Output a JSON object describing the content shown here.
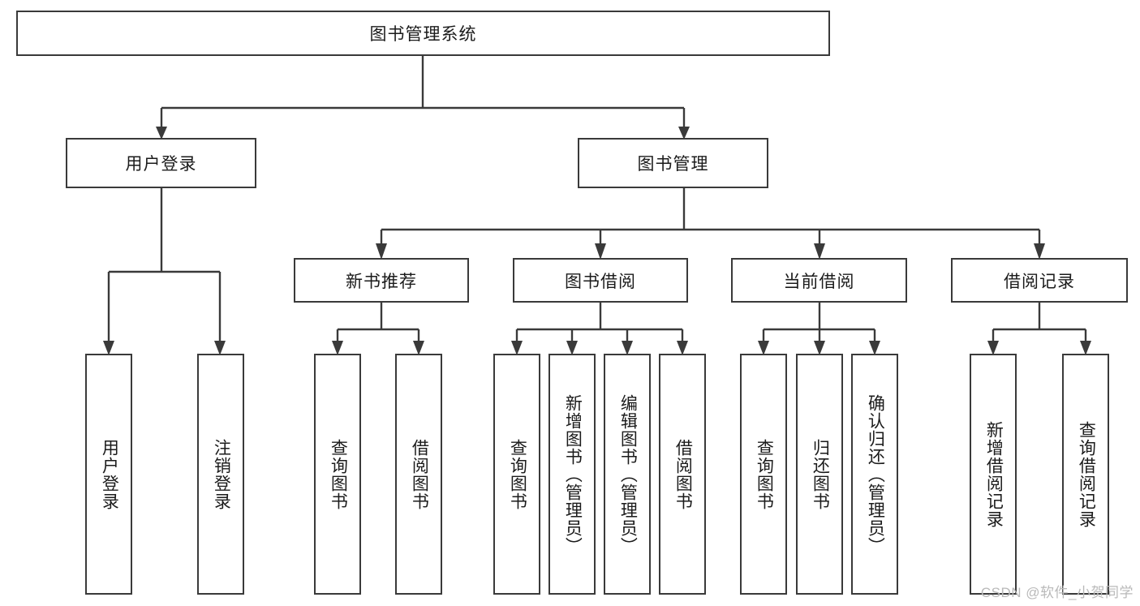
{
  "diagram": {
    "title": "图书管理系统",
    "type": "tree-hierarchy-chart",
    "root": {
      "label": "图书管理系统"
    },
    "level2": [
      {
        "label": "用户登录"
      },
      {
        "label": "图书管理"
      }
    ],
    "level3": [
      {
        "label": "新书推荐"
      },
      {
        "label": "图书借阅"
      },
      {
        "label": "当前借阅"
      },
      {
        "label": "借阅记录"
      }
    ],
    "leaves": {
      "user_login": [
        {
          "label": "用户登录"
        },
        {
          "label": "注销登录"
        }
      ],
      "new_book_recommend": [
        {
          "label": "查询图书"
        },
        {
          "label": "借阅图书"
        }
      ],
      "book_borrow": [
        {
          "label": "查询图书"
        },
        {
          "label": "新增图书（管理员）"
        },
        {
          "label": "编辑图书（管理员）"
        },
        {
          "label": "借阅图书"
        }
      ],
      "current_borrow": [
        {
          "label": "查询图书"
        },
        {
          "label": "归还图书"
        },
        {
          "label": "确认归还（管理员）"
        }
      ],
      "borrow_record": [
        {
          "label": "新增借阅记录"
        },
        {
          "label": "查询借阅记录"
        }
      ]
    }
  },
  "watermark": {
    "text": "CSDN @软件_小贺同学"
  },
  "colors": {
    "stroke": "#3a3a3a",
    "text": "#1b1b1b",
    "background": "#ffffff",
    "watermark": "#b9b9b9"
  }
}
